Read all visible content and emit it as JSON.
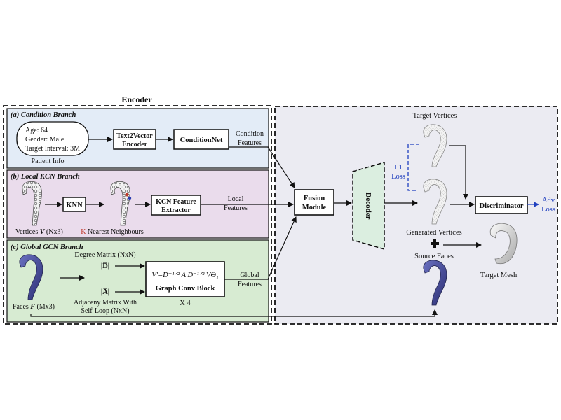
{
  "encoder_title": "Encoder",
  "condition_branch": {
    "title": "(a) Condition Branch",
    "patient_lines": [
      "Age: 64",
      "Gender: Male",
      "Target Interval: 3M"
    ],
    "patient_label": "Patient Info",
    "text2vector": [
      "Text2Vector",
      "Encoder"
    ],
    "conditionnet": "ConditionNet",
    "output_label": [
      "Condition",
      "Features"
    ]
  },
  "local_branch": {
    "title": "(b) Local KCN Branch",
    "vertices_label": "Vertices V (Nx3)",
    "knn": "KNN",
    "k_label": "K",
    "nn_label": "Nearest Neighbours",
    "kcn_extractor": [
      "KCN Feature",
      "Extractor"
    ],
    "output_label": [
      "Local",
      "Features"
    ]
  },
  "global_branch": {
    "title": "(c) Global GCN Branch",
    "faces_label": "Faces F (Mx3)",
    "degree_label": "Degree Matrix (NxN)",
    "degree_symbol": "|D̅|",
    "adjacency_symbol": "|A̅|",
    "adjacency_label": [
      "Adjaceny Matrix With",
      "Self-Loop (NxN)"
    ],
    "formula": "V′=D̅⁻¹ᐟ² A̅ D̅⁻¹ᐟ² VΘ₁",
    "block_label": "Graph Conv Block",
    "repeat": "X 4",
    "output_label": [
      "Global",
      "Features"
    ]
  },
  "fusion": [
    "Fusion",
    "Module"
  ],
  "decoder": "Decoder",
  "target_vertices": "Target Vertices",
  "l1_loss": [
    "L1",
    "Loss"
  ],
  "generated_vertices": "Generated Vertices",
  "source_faces": "Source Faces",
  "discriminator": "Discriminator",
  "adv_loss": [
    "Adv",
    "Loss"
  ],
  "target_mesh": "Target Mesh",
  "colors": {
    "condition_bg": "#e3ecf7",
    "local_bg": "#eadcec",
    "global_bg": "#d7ebd2",
    "right_bg": "#ebebf2",
    "decoder_fill": "#dbeee0",
    "blue_accent": "#1f3fbf",
    "aorta_blue": "#4a4f9c"
  }
}
